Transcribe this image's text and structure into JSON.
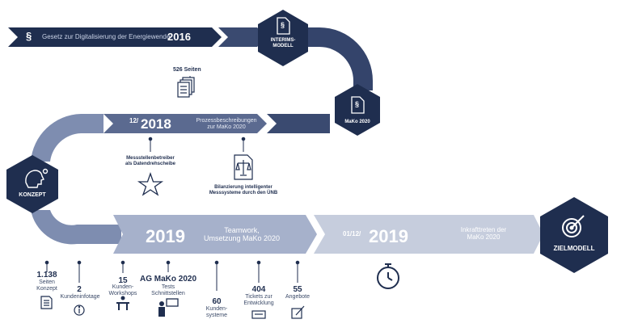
{
  "colors": {
    "dark": "#1f2e4f",
    "mid": "#46557a",
    "light": "#7e8db0",
    "lighter": "#a6b1cb",
    "lightest": "#c6cddd"
  },
  "banner_2016": {
    "symbol": "§",
    "text": "Gesetz zur Digitalisierung der Energiewende",
    "year": "2016"
  },
  "interims": {
    "symbol": "§",
    "label": "INTERIMS-\nMODELL"
  },
  "mako": {
    "symbol": "§",
    "label": "MaKo 2020"
  },
  "pages_526": {
    "label": "526 Seiten",
    "icon": "documents-icon"
  },
  "banner_2018": {
    "year_prefix": "12/",
    "year": "2018",
    "text": "Prozessbeschreibungen\nzur MaKo 2020"
  },
  "messstellen": {
    "label": "Messstellenbetreiber\nals Datendrehscheibe",
    "icon": "star-icon"
  },
  "bilanzierung": {
    "label": "Bilanzierung intelligenter\nMesssysteme durch den ÜNB",
    "icon": "scales-document-icon"
  },
  "konzept": {
    "label": "KONZEPT",
    "icon": "brain-gears-icon"
  },
  "banner_2019": {
    "year": "2019",
    "text": "Teamwork,\nUmsetzung MaKo 2020"
  },
  "banner_2019b": {
    "year_prefix": "01/12/",
    "year": "2019",
    "text": "Inkrafttreten der\nMaKo 2020",
    "icon": "stopwatch-icon"
  },
  "ziel": {
    "label": "ZIELMODELL",
    "icon": "target-icon"
  },
  "stats": [
    {
      "value": "1.138",
      "label": "Seiten\nKonzept",
      "icon": "document-icon"
    },
    {
      "value": "2",
      "label": "Kundeninfotage",
      "icon": "info-icon"
    },
    {
      "value": "15",
      "label": "Kunden-\nWorkshops",
      "icon": "workshop-icon"
    },
    {
      "value": "AG MaKo 2020",
      "label": "Tests\nSchnittstellen",
      "icon": "presenter-icon"
    },
    {
      "value": "60",
      "label": "Kunden-\nsysteme",
      "icon": ""
    },
    {
      "value": "404",
      "label": "Tickets zur\nEntwicklung",
      "icon": "ticket-icon"
    },
    {
      "value": "55",
      "label": "Angebote",
      "icon": "pen-paper-icon"
    }
  ]
}
